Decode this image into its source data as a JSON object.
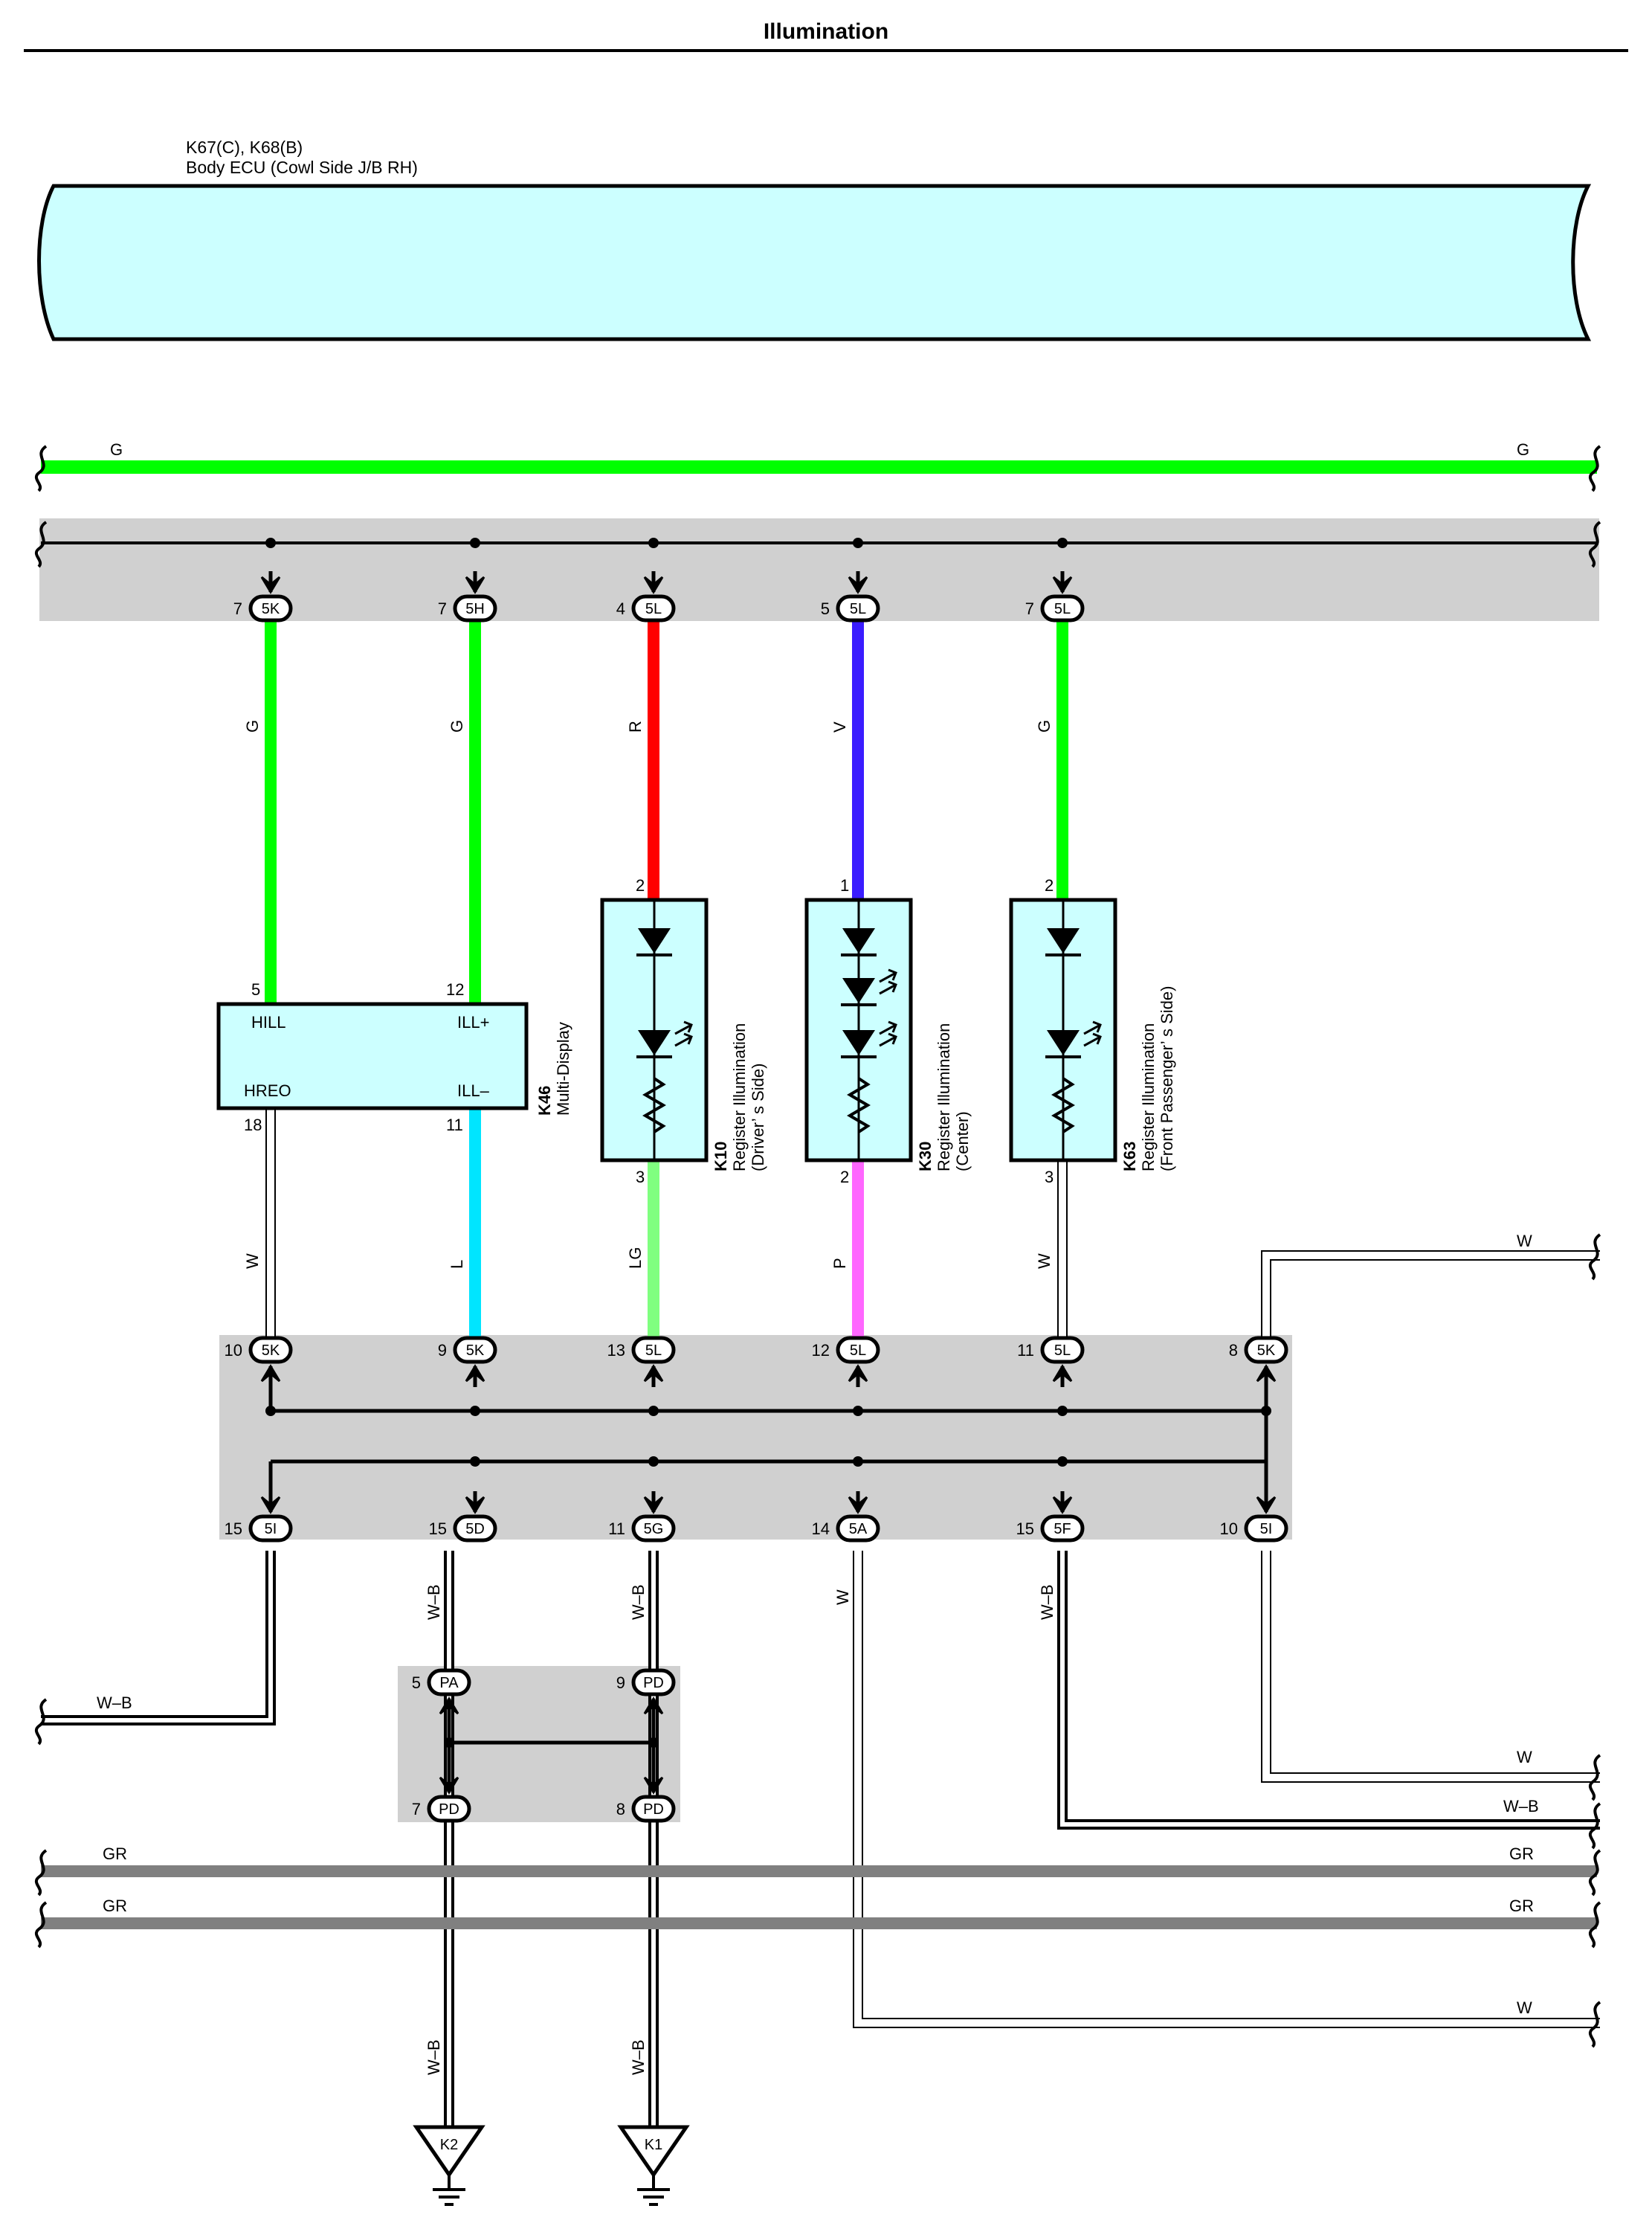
{
  "page_title": "Illumination",
  "ecu": {
    "code": "K67(C), K68(B)",
    "name": "Body ECU (Cowl Side J/B RH)"
  },
  "top_wire_color": "G",
  "top_taps": [
    {
      "pin": "7",
      "conn": "5K",
      "wire": "G"
    },
    {
      "pin": "7",
      "conn": "5H",
      "wire": "G"
    },
    {
      "pin": "4",
      "conn": "5L",
      "wire": "R"
    },
    {
      "pin": "5",
      "conn": "5L",
      "wire": "V"
    },
    {
      "pin": "7",
      "conn": "5L",
      "wire": "G"
    }
  ],
  "multi_display": {
    "code": "K46",
    "name": "Multi-Display",
    "pins": {
      "hill": "5",
      "illp": "12",
      "hreo": "18",
      "illm": "11"
    },
    "labels": {
      "hill": "HILL",
      "illp": "ILL+",
      "hreo": "HREO",
      "illm": "ILL–"
    }
  },
  "registers": [
    {
      "code": "K10",
      "line1": "Register Illumination",
      "line2": "(Driver’ s Side)",
      "pin_top": "2",
      "pin_bottom": "3"
    },
    {
      "code": "K30",
      "line1": "Register Illumination",
      "line2": "(Center)",
      "pin_top": "1",
      "pin_bottom": "2"
    },
    {
      "code": "K63",
      "line1": "Register Illumination",
      "line2": "(Front Passenger’ s Side)",
      "pin_top": "2",
      "pin_bottom": "3"
    }
  ],
  "lower_wire_colors": [
    "W",
    "L",
    "LG",
    "P",
    "W"
  ],
  "mid_upper_taps": [
    {
      "pin": "10",
      "conn": "5K"
    },
    {
      "pin": "9",
      "conn": "5K"
    },
    {
      "pin": "13",
      "conn": "5L"
    },
    {
      "pin": "12",
      "conn": "5L"
    },
    {
      "pin": "11",
      "conn": "5L"
    },
    {
      "pin": "8",
      "conn": "5K"
    }
  ],
  "mid_lower_taps": [
    {
      "pin": "15",
      "conn": "5I",
      "wire": ""
    },
    {
      "pin": "15",
      "conn": "5D",
      "wire": "W–B"
    },
    {
      "pin": "11",
      "conn": "5G",
      "wire": "W–B"
    },
    {
      "pin": "14",
      "conn": "5A",
      "wire": "W"
    },
    {
      "pin": "15",
      "conn": "5F",
      "wire": "W–B"
    },
    {
      "pin": "10",
      "conn": "5I",
      "wire": ""
    }
  ],
  "junction_taps": [
    {
      "pin": "5",
      "conn": "PA"
    },
    {
      "pin": "9",
      "conn": "PD"
    },
    {
      "pin": "7",
      "conn": "PD"
    },
    {
      "pin": "8",
      "conn": "PD"
    }
  ],
  "side_labels": {
    "w_right_upper": "W",
    "wb_left": "W–B",
    "w_right_1": "W",
    "wb_right": "W–B",
    "gr_1_left": "GR",
    "gr_1_right": "GR",
    "gr_2_left": "GR",
    "gr_2_right": "GR",
    "w_right_bottom": "W"
  },
  "ground_wires": [
    "W–B",
    "W–B"
  ],
  "grounds": [
    "K2",
    "K1"
  ],
  "colors": {
    "green": "#00ff00",
    "red": "#ff0000",
    "violet": "#3a1cff",
    "cyan": "#00e5ff",
    "light_green": "#80ff80",
    "pink": "#ff66ff",
    "gray_wire": "#808080",
    "shade": "#d0d0d0",
    "ecu_fill": "#ccffff",
    "component_fill": "#ccffff"
  }
}
